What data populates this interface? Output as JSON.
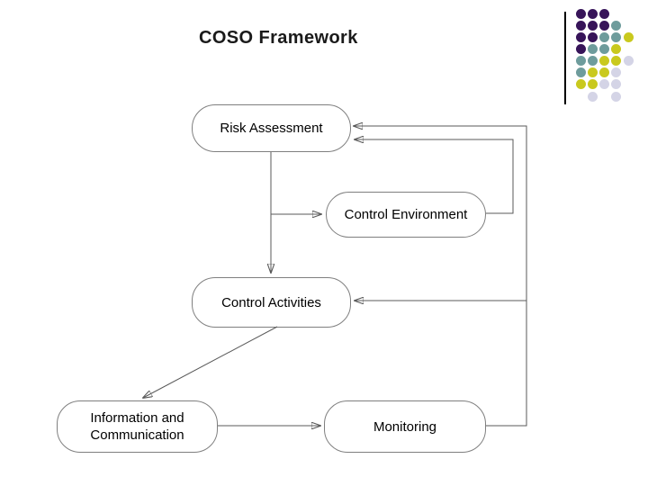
{
  "slide": {
    "title": "COSO Framework"
  },
  "decoration": {
    "dot_colors": {
      "P": "#371459",
      "T": "#6E9C9C",
      "Y": "#C9C91E",
      "L": "#D4D4E6"
    },
    "dot_pattern": [
      "PPP--",
      "PPPT-",
      "PPTTY",
      "PTTY-",
      "TTYYL",
      "TYYL-",
      "YYLL-",
      "-L-L-"
    ]
  },
  "diagram": {
    "nodes": {
      "risk_assessment": {
        "label": "Risk Assessment"
      },
      "control_environment": {
        "label": "Control Environment"
      },
      "control_activities": {
        "label": "Control Activities"
      },
      "information_communication": {
        "label_line1": "Information and",
        "label_line2": "Communication"
      },
      "monitoring": {
        "label": "Monitoring"
      }
    },
    "edges": [
      {
        "from": "Risk Assessment",
        "to": "Control Activities"
      },
      {
        "from": "Risk Assessment",
        "to": "Control Environment"
      },
      {
        "from": "Control Environment",
        "to": "Risk Assessment"
      },
      {
        "from": "Monitoring",
        "to": "Risk Assessment"
      },
      {
        "from": "Monitoring",
        "to": "Control Activities"
      },
      {
        "from": "Control Activities",
        "to": "Information and Communication"
      },
      {
        "from": "Information and Communication",
        "to": "Monitoring"
      }
    ]
  }
}
